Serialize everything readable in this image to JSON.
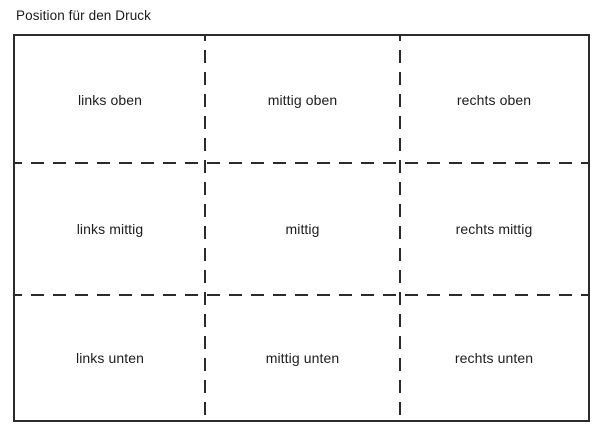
{
  "title": "Position für den Druck",
  "grid": {
    "cells": [
      {
        "id": "links-oben",
        "label": "links oben"
      },
      {
        "id": "mittig-oben",
        "label": "mittig oben"
      },
      {
        "id": "rechts-oben",
        "label": "rechts oben"
      },
      {
        "id": "links-mittig",
        "label": "links mittig"
      },
      {
        "id": "mittig",
        "label": "mittig"
      },
      {
        "id": "rechts-mittig",
        "label": "rechts mittig"
      },
      {
        "id": "links-unten",
        "label": "links unten"
      },
      {
        "id": "mittig-unten",
        "label": "mittig unten"
      },
      {
        "id": "rechts-unten",
        "label": "rechts unten"
      }
    ]
  },
  "colors": {
    "line": "#2b2b2b",
    "text": "#1c1c1c",
    "background": "#ffffff"
  }
}
